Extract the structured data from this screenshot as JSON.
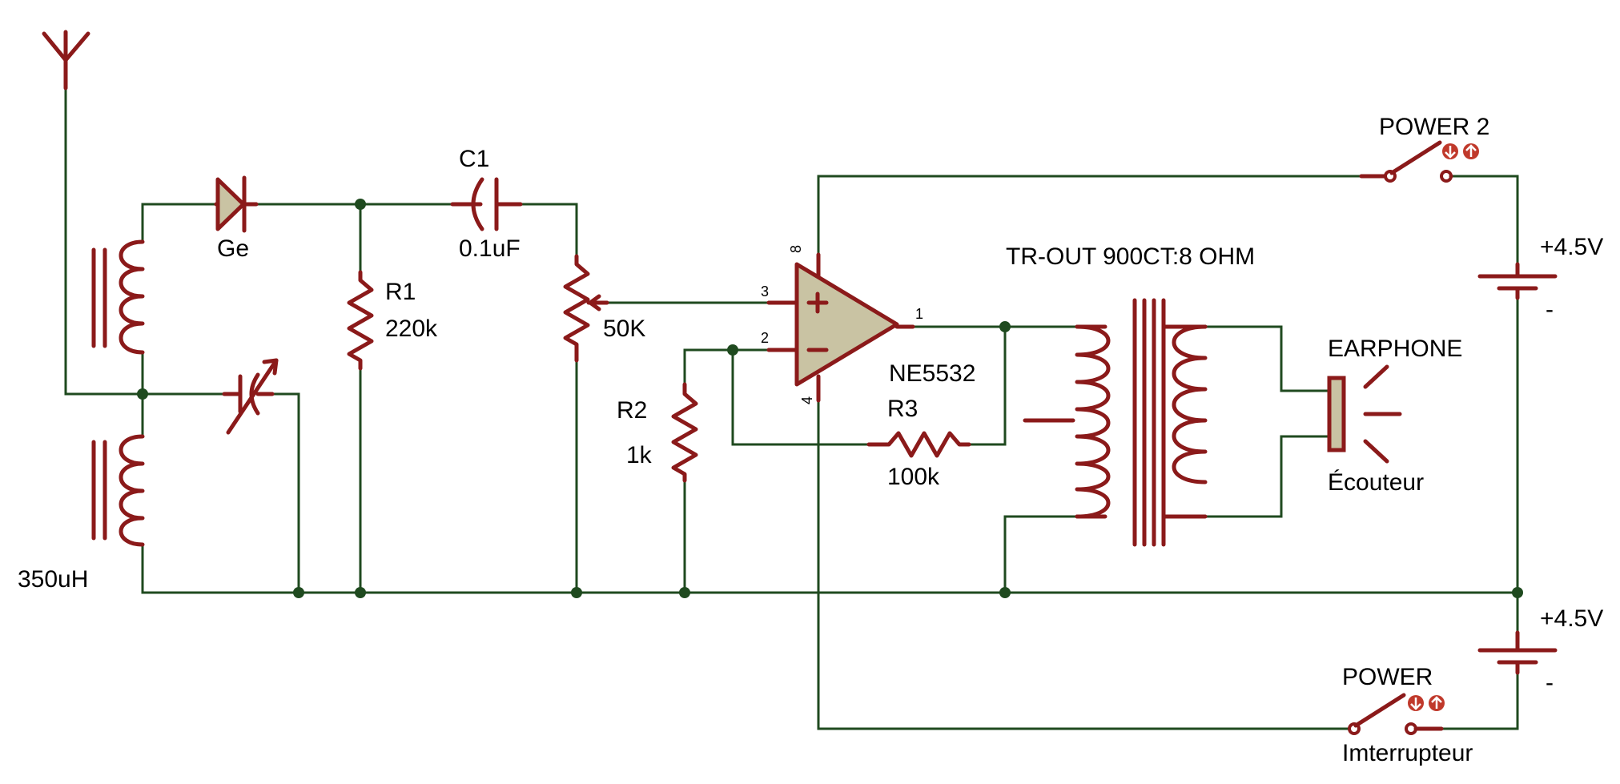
{
  "labels": {
    "diode": "Ge",
    "c1_name": "C1",
    "c1_value": "0.1uF",
    "r1_name": "R1",
    "r1_value": "220k",
    "pot_value": "50K",
    "r2_name": "R2",
    "r2_value": "1k",
    "r3_name": "R3",
    "r3_value": "100k",
    "opamp": "NE5532",
    "inductor": "350uH",
    "transformer": "TR-OUT 900CT:8 OHM",
    "earphone": "EARPHONE",
    "earphone_fr": "Écouteur",
    "power2": "POWER 2",
    "power": "POWER",
    "switch_fr": "Imterrupteur",
    "battery_top_v": "+4.5V",
    "battery_top_minus": "-",
    "battery_bot_v": "+4.5V",
    "battery_bot_minus": "-"
  },
  "pins": {
    "p8": "8",
    "p3": "3",
    "p2": "2",
    "p1": "1",
    "p4": "4"
  },
  "colors": {
    "wire": "#1f4a1f",
    "component": "#8b1a1a",
    "opamp_fill": "#c9c3a3",
    "switch_badge": "#c0392b"
  }
}
